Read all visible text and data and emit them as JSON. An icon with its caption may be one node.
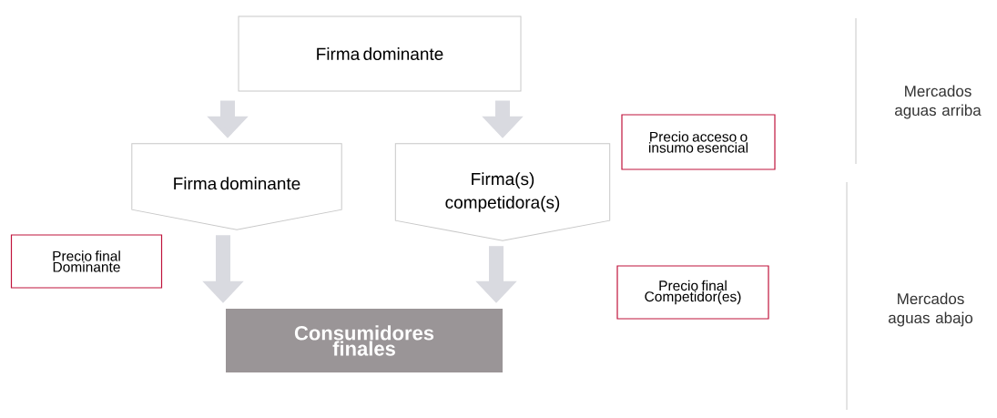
{
  "diagram": {
    "nodes": [
      {
        "text": [
          "Firma dominante"
        ]
      },
      {
        "text": [
          "Firma dominante"
        ]
      },
      {
        "text": [
          "Firma(s) competidora(s)"
        ]
      },
      {
        "text": [
          "Consumidores finales"
        ]
      },
      {
        "text": [
          "Precio acceso o insumo esencial"
        ]
      },
      {
        "text": [
          "Precio final Dominante"
        ]
      },
      {
        "text": [
          "Precio final Competidor(es)"
        ]
      }
    ],
    "edges": [
      {
        "from": 0,
        "to": 1,
        "arrow": "to"
      },
      {
        "from": 0,
        "to": 2,
        "arrow": "to"
      },
      {
        "from": 1,
        "to": 3,
        "arrow": "to"
      },
      {
        "from": 2,
        "to": 3,
        "arrow": "to"
      }
    ],
    "labels": [
      "Mercados aguas arriba",
      "Mercados aguas abajo"
    ]
  }
}
